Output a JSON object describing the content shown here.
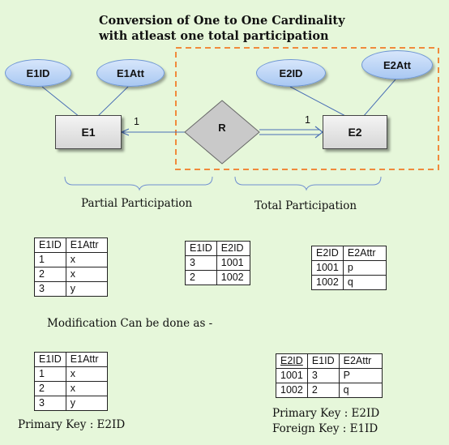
{
  "title": {
    "line1": "Conversion of One to One Cardinality",
    "line2": "with atleast one total participation"
  },
  "diagram": {
    "attributes": [
      "E1ID",
      "E1Att",
      "E2ID",
      "E2Att"
    ],
    "entities": [
      "E1",
      "E2"
    ],
    "relationship": "R",
    "cardinality_left": "1",
    "cardinality_right": "1",
    "partial_label": "Partial Participation",
    "total_label": "Total Participation"
  },
  "tables": {
    "t1": {
      "headers": [
        "E1ID",
        "E1Attr"
      ],
      "rows": [
        [
          "1",
          "x"
        ],
        [
          "2",
          "x"
        ],
        [
          "3",
          "y"
        ]
      ]
    },
    "t2": {
      "headers": [
        "E1ID",
        "E2ID"
      ],
      "rows": [
        [
          "3",
          "1001"
        ],
        [
          "2",
          "1002"
        ]
      ]
    },
    "t3": {
      "headers": [
        "E2ID",
        "E2Attr"
      ],
      "rows": [
        [
          "1001",
          "p"
        ],
        [
          "1002",
          "q"
        ]
      ]
    },
    "modification_text": "Modification Can be done as -",
    "t4": {
      "headers": [
        "E1ID",
        "E1Attr"
      ],
      "rows": [
        [
          "1",
          "x"
        ],
        [
          "2",
          "x"
        ],
        [
          "3",
          "y"
        ]
      ]
    },
    "t5": {
      "headers": [
        "E2ID",
        "E1ID",
        "E2Attr"
      ],
      "rows": [
        [
          "1001",
          "3",
          "P"
        ],
        [
          "1002",
          "2",
          "q"
        ]
      ]
    },
    "left_key": "Primary Key : E2ID",
    "right_primary_key": "Primary Key : E2ID",
    "right_foreign_key": "Foreign Key : E1ID"
  },
  "colors": {
    "background": "#e6f7da",
    "dashed_box": "#f08a3c",
    "connector": "#4a6fb5",
    "brace": "#6f8fd0"
  }
}
